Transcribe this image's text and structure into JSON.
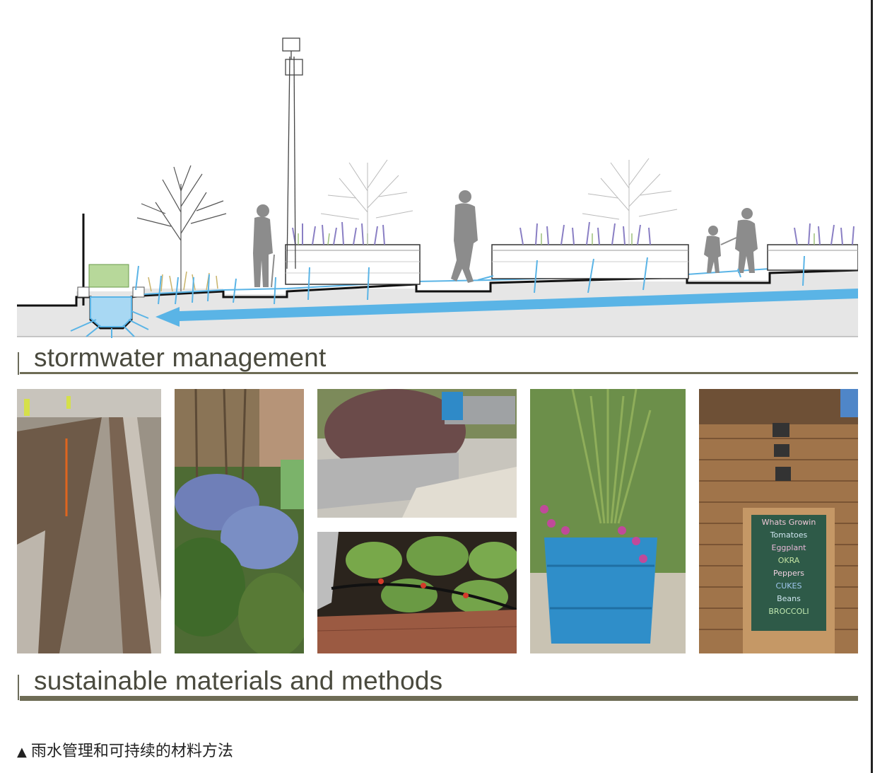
{
  "sections": {
    "stormwater_title": "stormwater management",
    "materials_title": "sustainable materials and methods"
  },
  "chalkboard": {
    "lines": [
      "Whats Growin",
      "Tomatoes",
      "Eggplant",
      "OKRA",
      "Peppers",
      "CUKES",
      "Beans",
      "BROCCOLI"
    ]
  },
  "caption": {
    "marker": "▲",
    "text": "雨水管理和可持续的材料方法"
  },
  "colors": {
    "water_blue": "#5ab4e6",
    "heading_rule": "#6e6c55",
    "ground_gray": "#e6e6e6",
    "planter_white": "#ffffff",
    "silhouette_gray": "#8c8c8c"
  },
  "icons": {
    "caption_marker": "black-up-triangle"
  }
}
